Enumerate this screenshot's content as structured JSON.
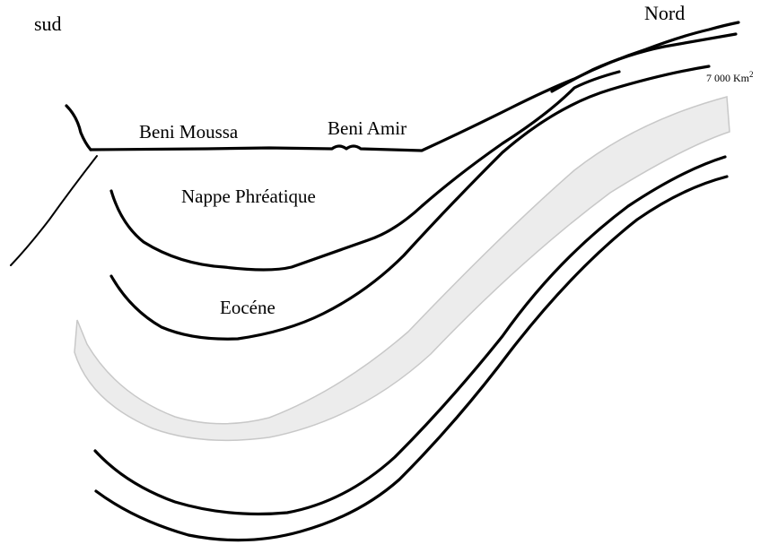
{
  "labels": {
    "south": "sud",
    "north": "Nord",
    "area_value": "7 000 Km",
    "area_exponent": "2",
    "beni_moussa": "Beni Moussa",
    "beni_amir": "Beni Amir",
    "water_table": "Nappe Phréatique",
    "eocene": "Eocéne"
  },
  "colors": {
    "line": "#000000",
    "band_fill": "#ececec",
    "band_edge": "#c8c8c8",
    "background": "#ffffff"
  }
}
